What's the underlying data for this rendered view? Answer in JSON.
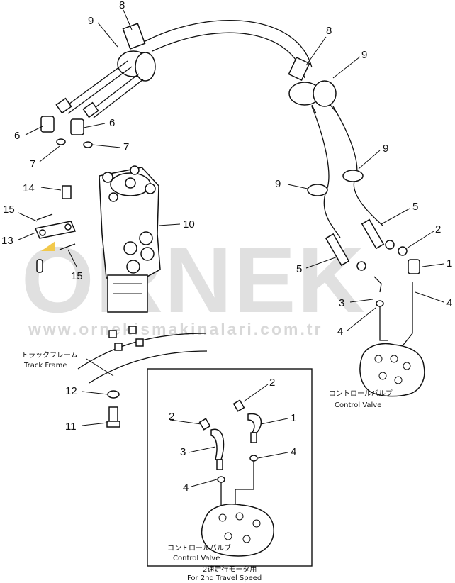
{
  "callouts": {
    "n1": "1",
    "n2": "2",
    "n3": "3",
    "n4": "4",
    "n5": "5",
    "n6": "6",
    "n7": "7",
    "n8": "8",
    "n9": "9",
    "n10": "10",
    "n11": "11",
    "n12": "12",
    "n13": "13",
    "n14": "14",
    "n15": "15"
  },
  "labels": {
    "track_frame_jp": "トラックフレーム",
    "track_frame_en": "Track Frame",
    "control_valve_jp": "コントロールバルブ",
    "control_valve_en": "Control Valve",
    "inset_title_jp": "2速走行モータ用",
    "inset_title_en": "For 2nd Travel Speed"
  },
  "watermark": {
    "brand": "ORNEK",
    "url": "www.ornekismakinalari.com.tr",
    "accent_color": "#f2c94c"
  }
}
